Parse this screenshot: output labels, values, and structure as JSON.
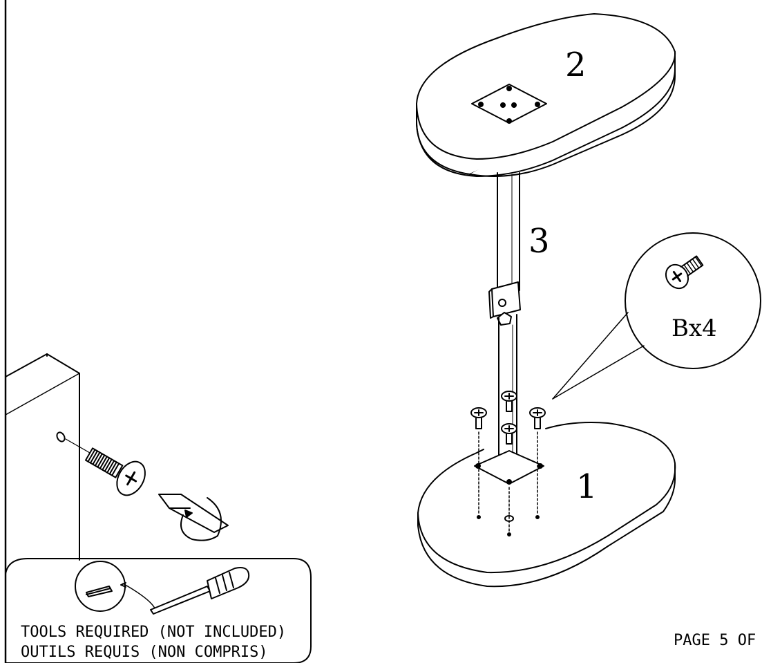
{
  "parts": {
    "table_top": "2",
    "post": "3",
    "base": "1"
  },
  "hardware_callout": {
    "quantity_label": "Bx4",
    "icon": "phillips-screw-icon"
  },
  "tools_box": {
    "line1": "TOOLS REQUIRED (NOT INCLUDED)",
    "line2": "OUTILS REQUIS (NON COMPRIS)",
    "icon": "phillips-screwdriver-icon"
  },
  "footer": {
    "page_label": "PAGE 5 OF"
  }
}
